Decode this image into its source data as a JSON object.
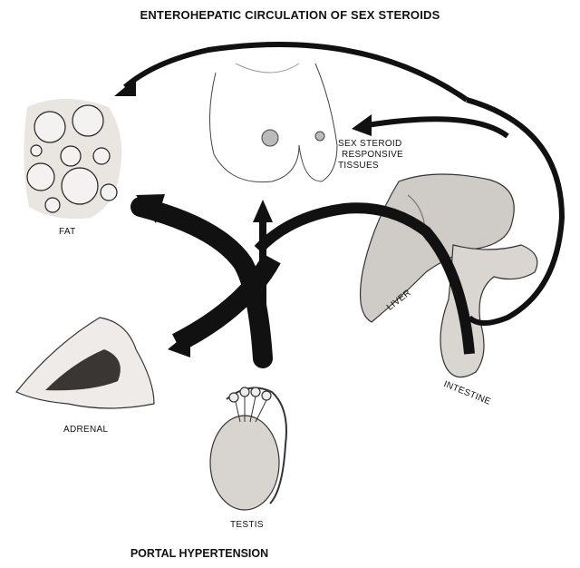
{
  "title": "ENTEROHEPATIC CIRCULATION OF SEX STEROIDS",
  "caption": "PORTAL HYPERTENSION",
  "labels": {
    "fat": "FAT",
    "tissues_line1": "SEX  STEROID",
    "tissues_line2": "RESPONSIVE",
    "tissues_line3": "TISSUES",
    "liver": "LIVER",
    "intestine": "INTESTINE",
    "adrenal": "ADRENAL",
    "testis": "TESTIS"
  },
  "colors": {
    "ink": "#111111",
    "tissue_fill": "#d6d2ce",
    "dark_fill": "#3a3633"
  }
}
